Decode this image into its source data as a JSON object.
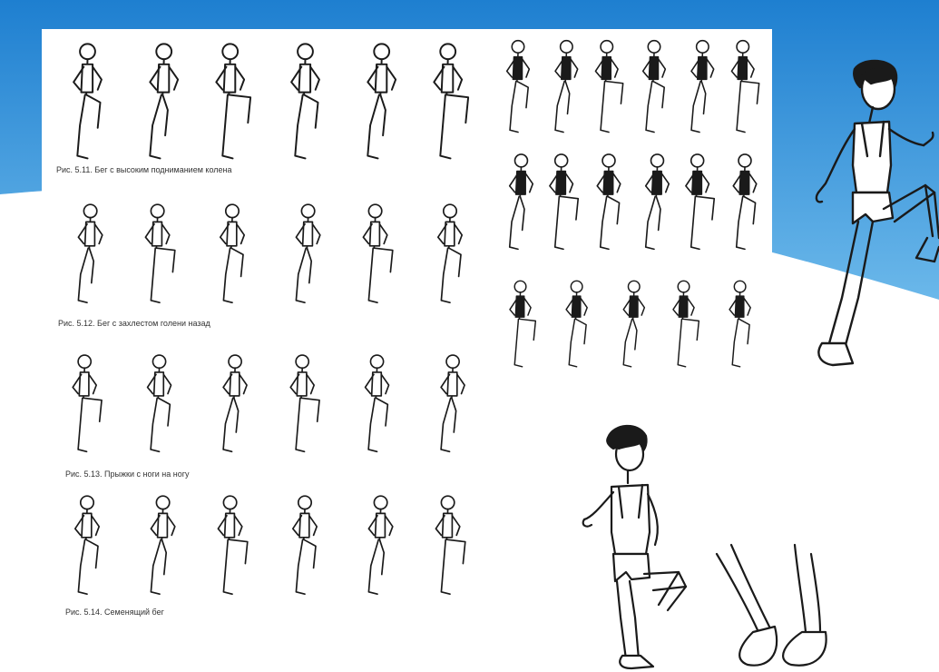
{
  "slide": {
    "accent_color": "#2f8fd6",
    "accent_light": "#8cc8ef"
  },
  "left_panel": {
    "strips": [
      {
        "caption": "Рис. 5.11. Бег с высоким подниманием колена",
        "frames": 6
      },
      {
        "caption": "Рис. 5.12. Бег с захлестом голени назад",
        "frames": 6
      },
      {
        "caption": "Рис. 5.13. Прыжки с ноги на ногу",
        "frames": 6
      },
      {
        "caption": "Рис. 5.14. Семенящий бег",
        "frames": 6
      }
    ]
  },
  "right_panel": {
    "strips": [
      {
        "frames": 6,
        "style": "singlet"
      },
      {
        "frames": 6,
        "style": "singlet"
      },
      {
        "frames": 5,
        "style": "singlet"
      }
    ]
  },
  "large_figures": [
    {
      "name": "high-knee-runner"
    },
    {
      "name": "small-step-runner"
    }
  ]
}
